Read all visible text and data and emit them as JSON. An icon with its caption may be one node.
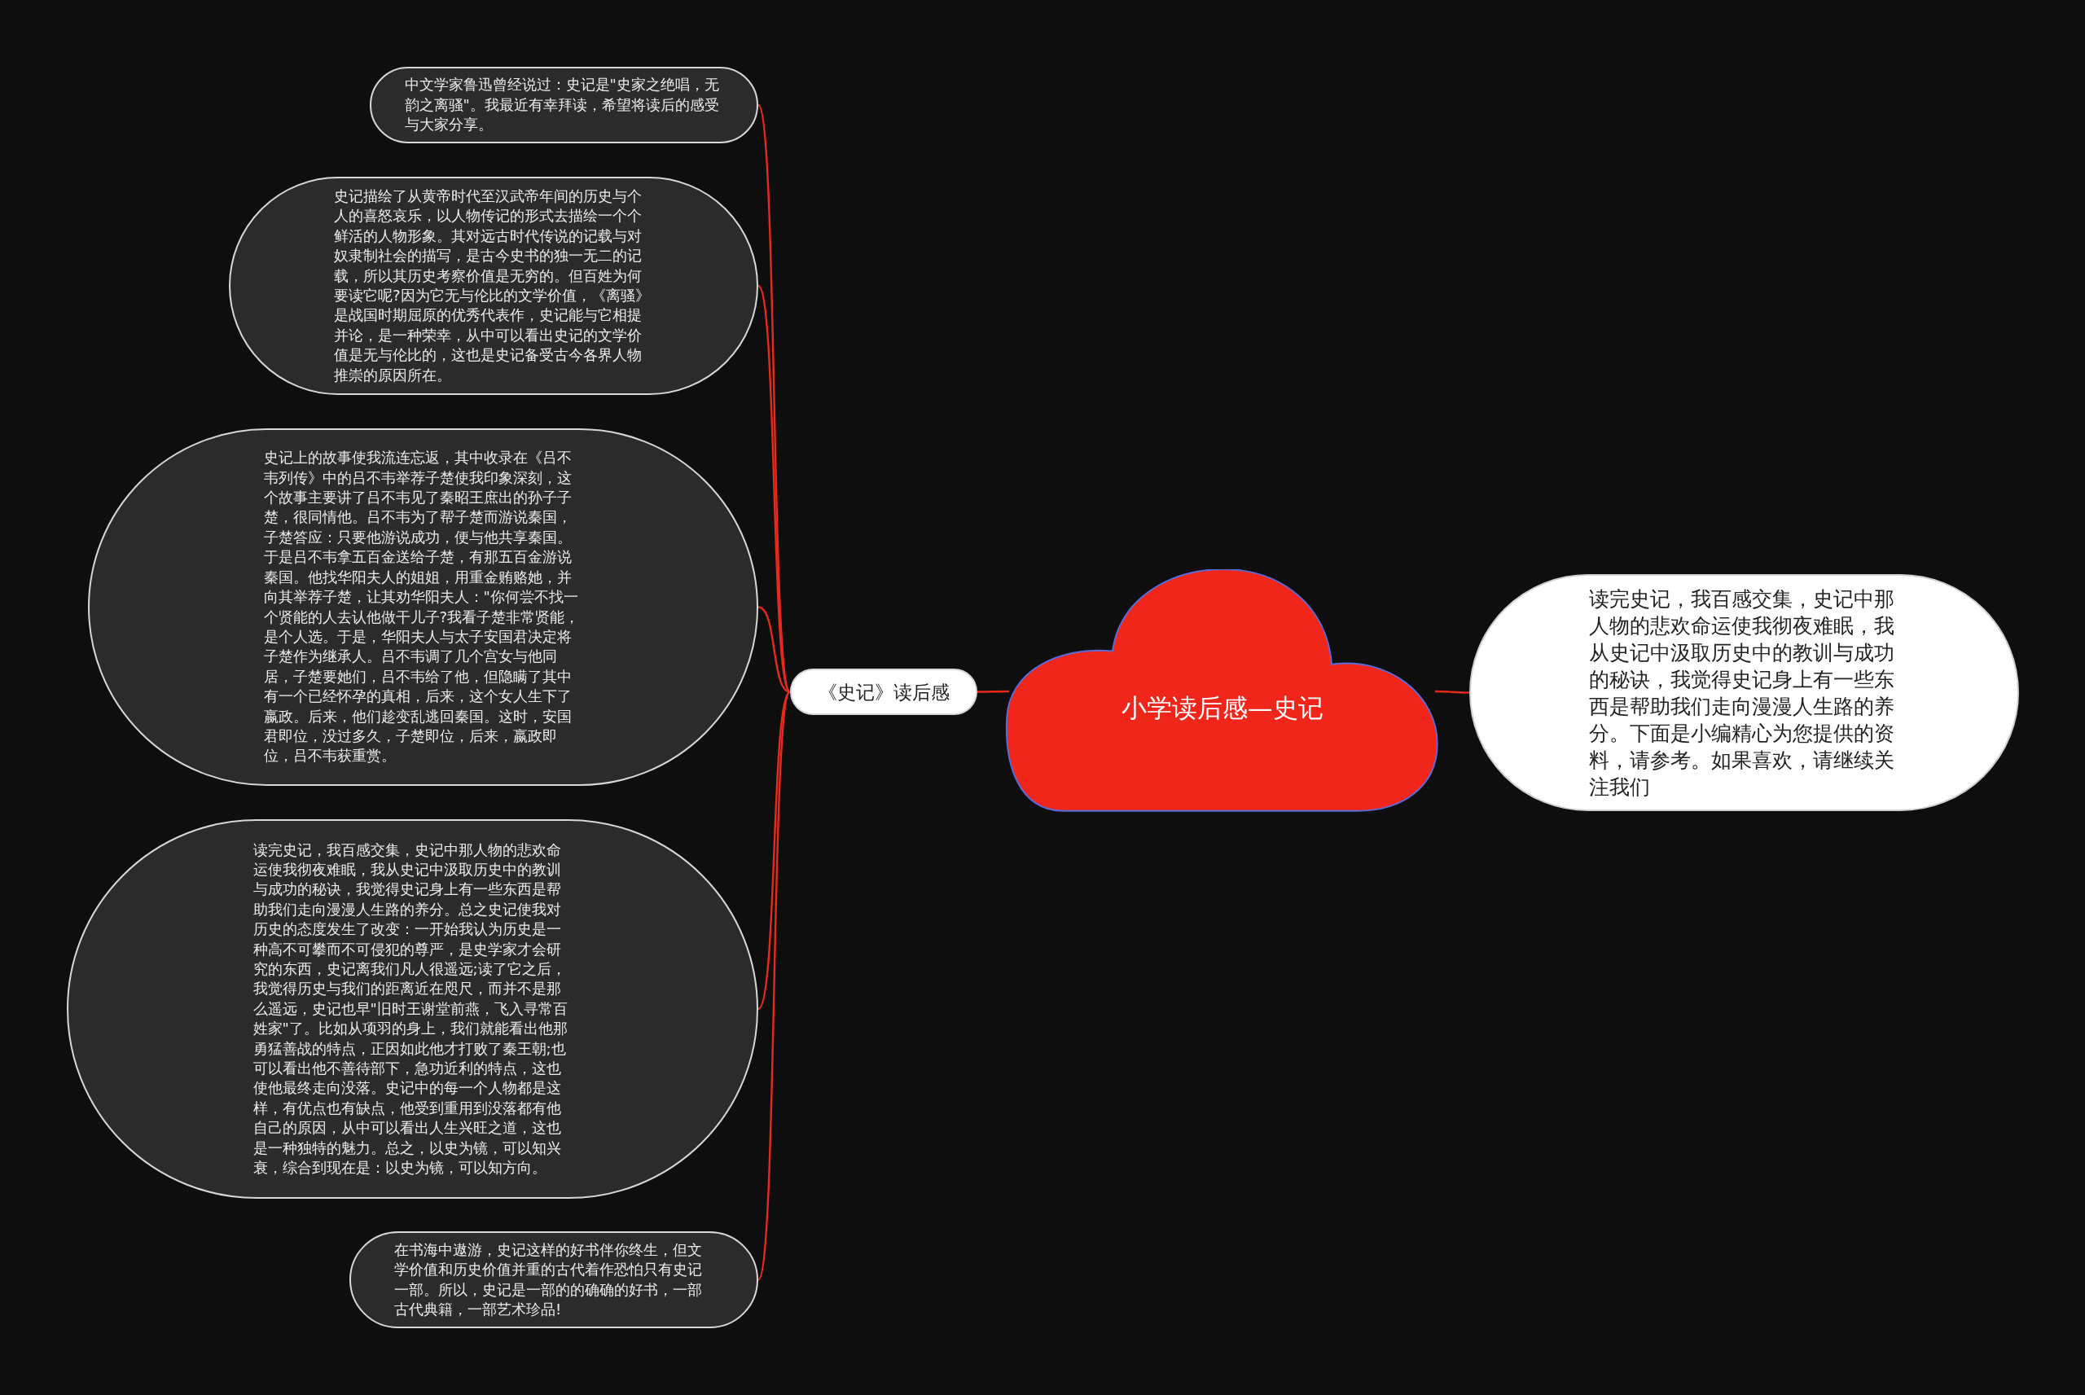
{
  "diagram": {
    "nodes": [
      {
        "text": [
          "小学读后感—史记"
        ]
      },
      {
        "text": [
          "《史记》读后感"
        ]
      },
      {
        "text": [
          "中文学家鲁迅曾经说过：史记是\"史家之绝唱，无韵之离骚\"。我最近有幸拜读，希望将读后的感受与大家分享。"
        ]
      },
      {
        "text": [
          "史记描绘了从黄帝时代至汉武帝年间的历史与个人的喜怒哀乐，以人物传记的形式去描绘一个个鲜活的人物形象。其对远古时代传说的记载与对奴隶制社会的描写，是古今史书的独一无二的记载，所以其历史考察价值是无穷的。但百姓为何要读它呢?因为它无与伦比的文学价值，《离骚》是战国时期屈原的优秀代表作，史记能与它相提并论，是一种荣幸，从中可以看出史记的文学价值是无与伦比的，这也是史记备受古今各界人物推崇的原因所在。"
        ]
      },
      {
        "text": [
          "史记上的故事使我流连忘返，其中收录在《吕不韦列传》中的吕不韦举荐子楚使我印象深刻，这个故事主要讲了吕不韦见了秦昭王庶出的孙子子楚，很同情他。吕不韦为了帮子楚而游说秦国，子楚答应：只要他游说成功，便与他共享秦国。于是吕不韦拿五百金送给子楚，有那五百金游说秦国。他找华阳夫人的姐姐，用重金贿赂她，并向其举荐子楚，让其劝华阳夫人：\"你何尝不找一个贤能的人去认他做干儿子?我看子楚非常贤能，是个人选。于是，华阳夫人与太子安国君决定将子楚作为继承人。吕不韦调了几个宫女与他同居，子楚要她们，吕不韦给了他，但隐瞒了其中有一个已经怀孕的真相，后来，这个女人生下了嬴政。后来，他们趁变乱逃回秦国。这时，安国君即位，没过多久，子楚即位，后来，嬴政即位，吕不韦获重赏。"
        ]
      },
      {
        "text": [
          "读完史记，我百感交集，史记中那人物的悲欢命运使我彻夜难眠，我从史记中汲取历史中的教训与成功的秘诀，我觉得史记身上有一些东西是帮助我们走向漫漫人生路的养分。总之史记使我对历史的态度发生了改变：一开始我认为历史是一种高不可攀而不可侵犯的尊严，是史学家才会研究的东西，史记离我们凡人很遥远;读了它之后，我觉得历史与我们的距离近在咫尺，而并不是那么遥远，史记也早\"旧时王谢堂前燕，飞入寻常百姓家\"了。比如从项羽的身上，我们就能看出他那勇猛善战的特点，正因如此他才打败了秦王朝;也可以看出他不善待部下，急功近利的特点，这也使他最终走向没落。史记中的每一个人物都是这样，有优点也有缺点，他受到重用到没落都有他自己的原因，从中可以看出人生兴旺之道，这也是一种独特的魅力。总之，以史为镜，可以知兴衰，综合到现在是：以史为镜，可以知方向。"
        ]
      },
      {
        "text": [
          "在书海中遨游，史记这样的好书伴你终生，但文学价值和历史价值并重的古代着作恐怕只有史记一部。所以，史记是一部的的确确的好书，一部古代典籍，一部艺术珍品!"
        ]
      },
      {
        "text": [
          "读完史记，我百感交集，史记中那人物的悲欢命运使我彻夜难眠，我从史记中汲取历史中的教训与成功的秘诀，我觉得史记身上有一些东西是帮助我们走向漫漫人生路的养分。下面是小编精心为您提供的资料，请参考。如果喜欢，请继续关注我们"
        ]
      }
    ],
    "edges": [
      {
        "from": 0,
        "to": 1,
        "arrow": "none"
      },
      {
        "from": 1,
        "to": 2,
        "arrow": "none"
      },
      {
        "from": 1,
        "to": 3,
        "arrow": "none"
      },
      {
        "from": 1,
        "to": 4,
        "arrow": "none"
      },
      {
        "from": 1,
        "to": 5,
        "arrow": "none"
      },
      {
        "from": 1,
        "to": 6,
        "arrow": "none"
      },
      {
        "from": 0,
        "to": 7,
        "arrow": "none"
      }
    ]
  }
}
